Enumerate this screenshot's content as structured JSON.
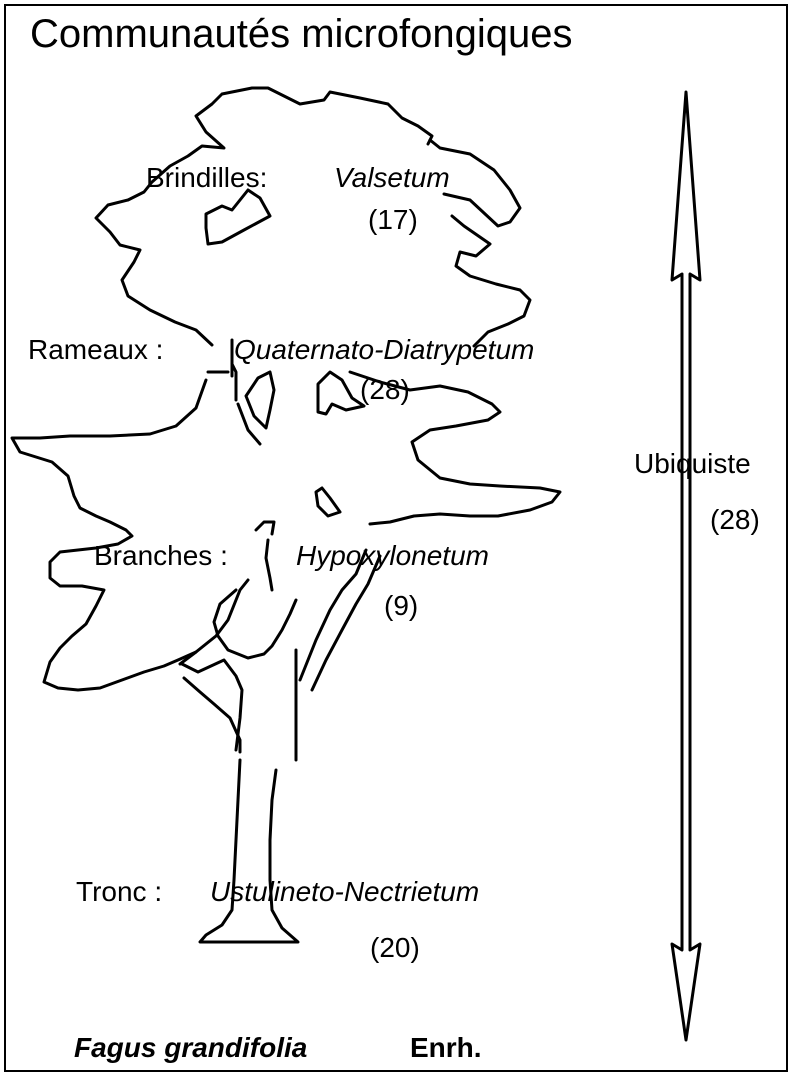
{
  "title": "Communautés microfongiques",
  "levels": [
    {
      "label": "Brindilles:",
      "community": "Valsetum",
      "count": "(17)"
    },
    {
      "label": "Rameaux :",
      "community": "Quaternato-Diatrypetum",
      "count": "(28)"
    },
    {
      "label": "Branches :",
      "community": "Hypoxylonetum",
      "count": "(9)"
    },
    {
      "label": "Tronc :",
      "community": "Ustulineto-Nectrietum",
      "count": "(20)"
    }
  ],
  "ubiquitous": {
    "label": "Ubiquiste",
    "count": "(28)"
  },
  "species": {
    "name": "Fagus grandifolia",
    "author": "Enrh."
  }
}
